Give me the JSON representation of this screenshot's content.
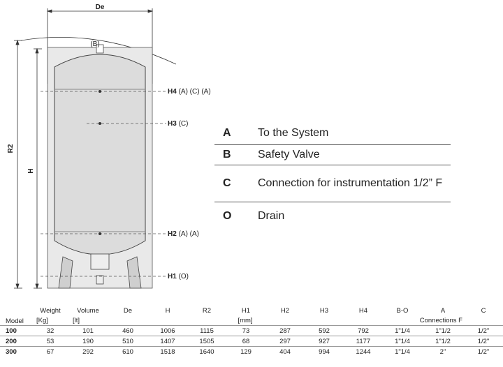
{
  "diagram": {
    "de_label": "De",
    "b_label": "(B)",
    "r2_label": "R2",
    "h_label": "H",
    "connections": [
      {
        "code": "H4",
        "tags": "(A) (C) (A)"
      },
      {
        "code": "H3",
        "tags": "(C)"
      },
      {
        "code": "H2",
        "tags": "(A) (A)"
      },
      {
        "code": "H1",
        "tags": "(O)"
      }
    ]
  },
  "legend": [
    {
      "key": "A",
      "text": "To the System"
    },
    {
      "key": "B",
      "text": "Safety Valve"
    },
    {
      "key": "C",
      "text": "Connection for instrumentation 1/2” F"
    },
    {
      "key": "O",
      "text": "Drain"
    }
  ],
  "table": {
    "headers": [
      "Model",
      "Weight",
      "Volume",
      "De",
      "H",
      "R2",
      "H1",
      "H2",
      "H3",
      "H4",
      "B-O",
      "A",
      "C"
    ],
    "units": {
      "weight": "[Kg]",
      "volume": "[lt]",
      "mm": "[mm]",
      "connections": "Connections  F"
    },
    "rows": [
      [
        "100",
        "32",
        "101",
        "460",
        "1006",
        "1115",
        "73",
        "287",
        "592",
        "792",
        "1\"1/4",
        "1\"1/2",
        "1/2\""
      ],
      [
        "200",
        "53",
        "190",
        "510",
        "1407",
        "1505",
        "68",
        "297",
        "927",
        "1177",
        "1\"1/4",
        "1\"1/2",
        "1/2\""
      ],
      [
        "300",
        "67",
        "292",
        "610",
        "1518",
        "1640",
        "129",
        "404",
        "994",
        "1244",
        "1\"1/4",
        "2\"",
        "1/2\""
      ]
    ]
  }
}
